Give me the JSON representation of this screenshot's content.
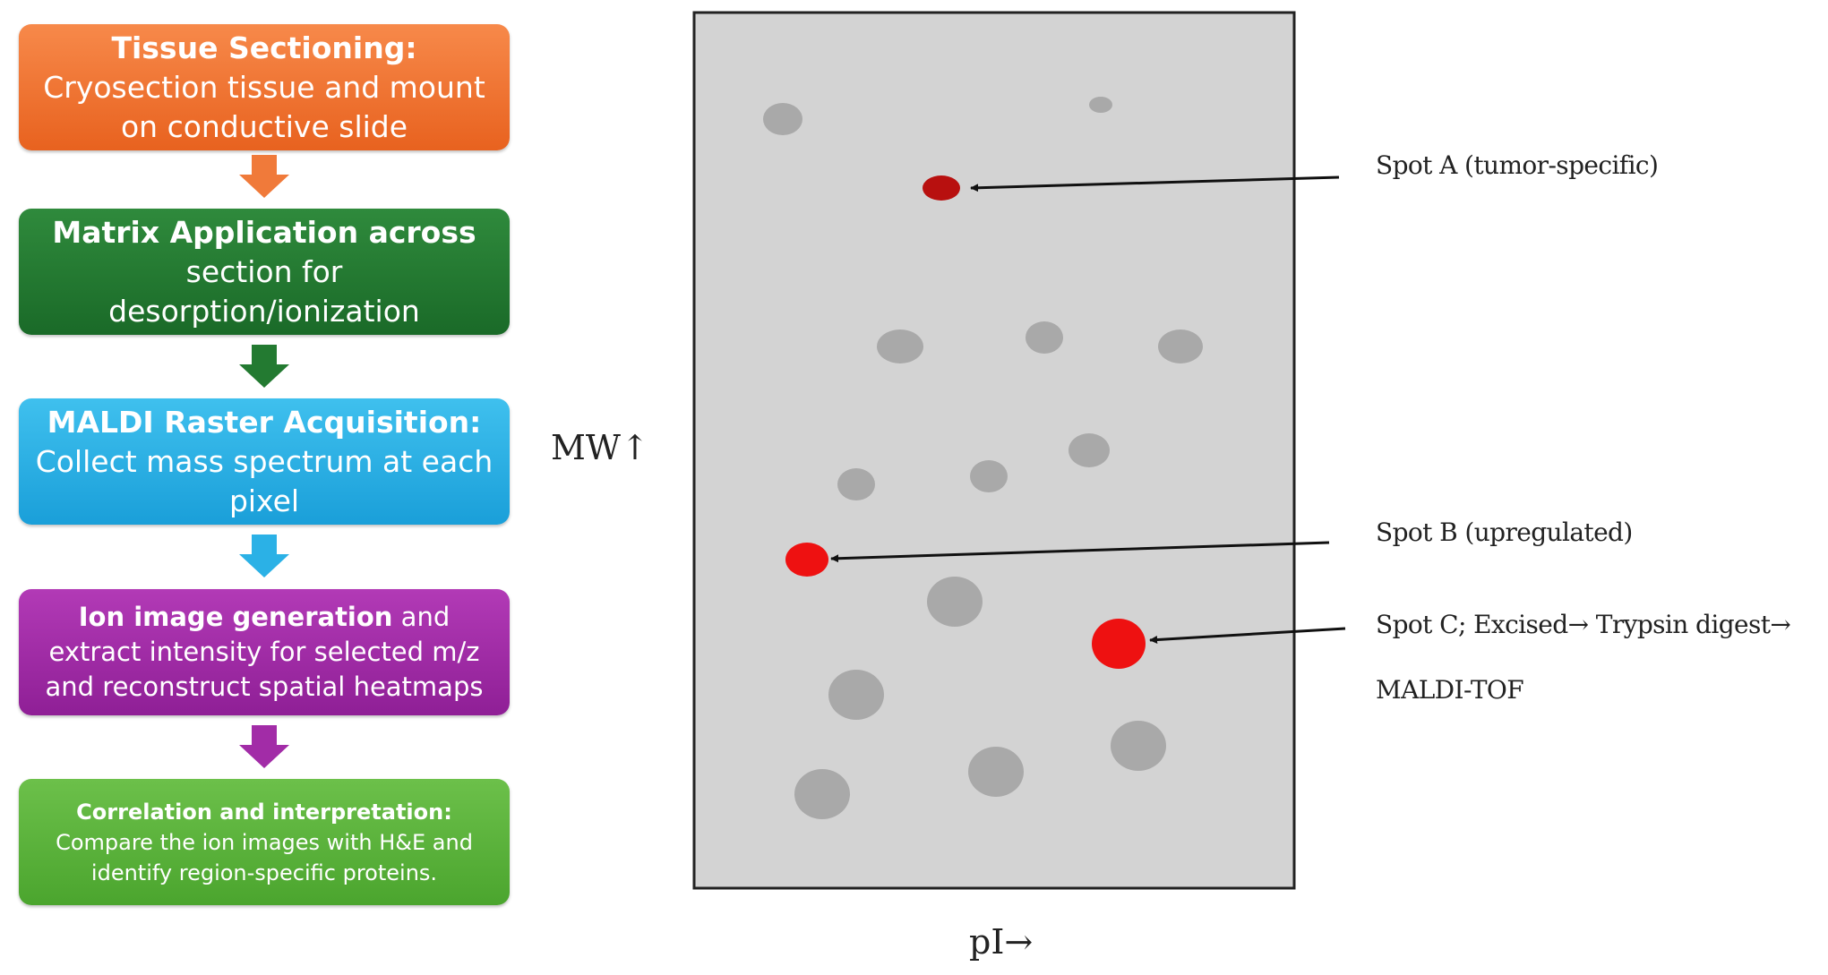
{
  "flowchart": {
    "steps": [
      {
        "bold": "Tissue Sectioning:",
        "text": " Cryosection tissue and mount on conductive slide",
        "color": "#f07a3a"
      },
      {
        "bold": "Matrix Application across",
        "text": " section for desorption/ionization",
        "color": "#237a31"
      },
      {
        "bold": "MALDI Raster Acquisition:",
        "text": " Collect mass spectrum at each pixel",
        "color": "#2bb1e6"
      },
      {
        "bold": "Ion image generation",
        "text": " and extract intensity for selected m/z and reconstruct spatial heatmaps",
        "color": "#a22ca7"
      },
      {
        "bold": "Correlation and interpretation:",
        "text": " Compare the ion images with H&E and identify region-specific proteins.",
        "color": "#5cb43c"
      }
    ],
    "arrow_colors": [
      "#f07a3a",
      "#237a31",
      "#2bb1e6",
      "#a22ca7"
    ]
  },
  "gel": {
    "axis_y_label": "MW↑",
    "axis_x_label": "pI→",
    "background_color": "#d3d3d3",
    "grey_spot_color": "#a9a9a9",
    "highlighted_spots": [
      {
        "name": "Spot A",
        "label": "Spot A (tumor-specific)",
        "color": "#b8100f"
      },
      {
        "name": "Spot B",
        "label": "Spot B (upregulated)",
        "color": "#ee1111"
      },
      {
        "name": "Spot C",
        "label_line1": "Spot C; Excised→ Trypsin digest→",
        "label_line2": "MALDI-TOF",
        "color": "#ee1111"
      }
    ]
  }
}
